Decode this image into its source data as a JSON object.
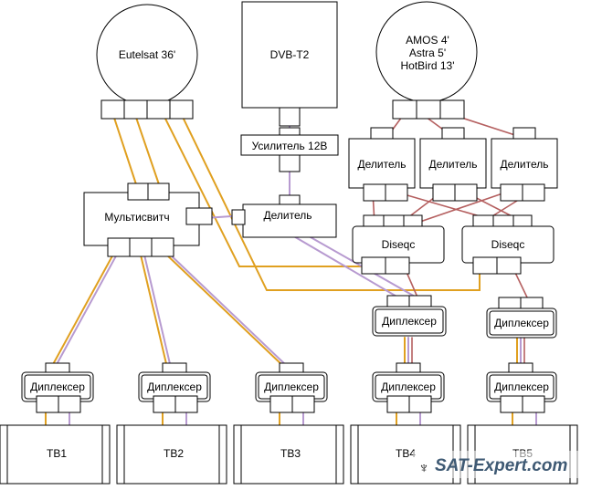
{
  "sources": {
    "eutelsat": "Eutelsat 36'",
    "dvbt2": "DVB-T2",
    "amos": [
      "AMOS 4'",
      "Astra 5'",
      "HotBird 13'"
    ]
  },
  "devices": {
    "amplifier": "Усилитель 12В",
    "splitter": "Делитель",
    "multiswitch": "Мультисвитч",
    "diseqc": "Diseqc",
    "diplexer": "Диплексер"
  },
  "tvs": [
    "ТВ1",
    "ТВ2",
    "ТВ3",
    "ТВ4",
    "ТВ5"
  ],
  "watermark": "SAT-Expert.com",
  "cable_colors": {
    "sat_if": "#e0a020",
    "terrestrial": "#b79ad0",
    "internal": "#b56060"
  }
}
